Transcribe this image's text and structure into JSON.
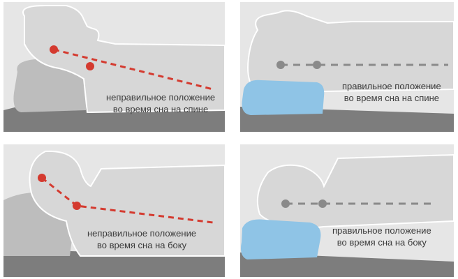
{
  "panels": [
    {
      "id": "back-wrong",
      "caption_line1": "неправильное положение",
      "caption_line2": "во время сна на спине"
    },
    {
      "id": "back-right",
      "caption_line1": "правильное положение",
      "caption_line2": "во время сна на спине"
    },
    {
      "id": "side-wrong",
      "caption_line1": "неправильное положение",
      "caption_line2": "во время сна на боку"
    },
    {
      "id": "side-right",
      "caption_line1": "правильное положение",
      "caption_line2": "во время сна на боку"
    }
  ],
  "colors": {
    "body": "#d7d7d7",
    "body_outline": "#ffffff",
    "pillow_regular": "#bdbdbd",
    "pillow_orthopedic": "#8fc4e6",
    "mattress": "#7d7d7d",
    "wrong_line": "#d43a2f",
    "right_line": "#8a8a8a"
  }
}
